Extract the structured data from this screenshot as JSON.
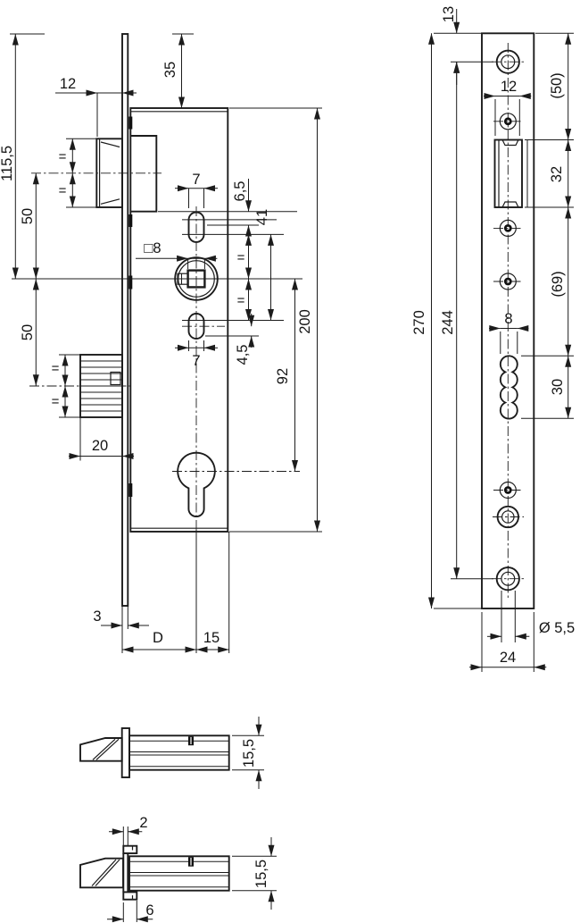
{
  "main": {
    "v115_5": "115,5",
    "v50_upper": "50",
    "v50_lower": "50",
    "v35": "35",
    "v12": "12",
    "eq": "=",
    "v20": "20",
    "v3": "3",
    "vD": "D",
    "v15": "15",
    "v7_upper": "7",
    "v7_lower": "7",
    "sq8": "□8",
    "v6_5": "6,5",
    "v41": "41",
    "v4_5": "4,5",
    "v92": "92",
    "v200": "200"
  },
  "front": {
    "v13": "13",
    "v12": "12",
    "v50": "(50)",
    "v32": "32",
    "v69": "(69)",
    "v8": "8",
    "v30": "30",
    "v270": "270",
    "v244": "244",
    "dia": "Ø 5,5",
    "v24": "24"
  },
  "latch": {
    "v15_5_a": "15,5",
    "v15_5_b": "15,5",
    "v2": "2",
    "v6": "6"
  }
}
